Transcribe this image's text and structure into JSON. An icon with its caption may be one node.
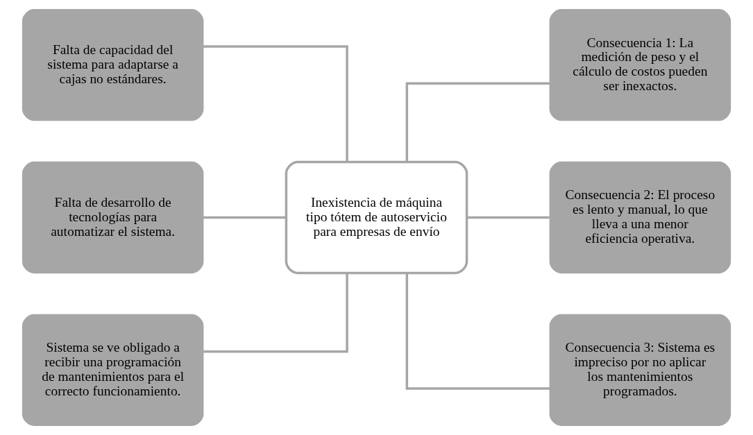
{
  "diagram": {
    "nodes": [
      {
        "text": [
          "Falta de capacidad del sistema para adaptarse a cajas no estándares."
        ]
      },
      {
        "text": [
          "Falta de desarrollo de tecnologías para automatizar el sistema."
        ]
      },
      {
        "text": [
          "Sistema se ve obligado a recibir una programación de mantenimientos para el correcto funcionamiento."
        ]
      },
      {
        "text": [
          "Inexistencia de máquina tipo tótem de autoservicio para empresas de envío"
        ]
      },
      {
        "text": [
          "Consecuencia 1: La medición de peso y el cálculo de costos pueden ser inexactos."
        ]
      },
      {
        "text": [
          "Consecuencia 2: El proceso es lento y manual, lo que lleva a una menor eficiencia operativa."
        ]
      },
      {
        "text": [
          "Consecuencia 3: Sistema es impreciso por no aplicar los mantenimientos programados."
        ]
      }
    ],
    "edges": [
      {
        "from": 0,
        "to": 3,
        "arrow": "none"
      },
      {
        "from": 1,
        "to": 3,
        "arrow": "none"
      },
      {
        "from": 2,
        "to": 3,
        "arrow": "none"
      },
      {
        "from": 3,
        "to": 4,
        "arrow": "none"
      },
      {
        "from": 3,
        "to": 5,
        "arrow": "none"
      },
      {
        "from": 3,
        "to": 6,
        "arrow": "none"
      }
    ]
  }
}
